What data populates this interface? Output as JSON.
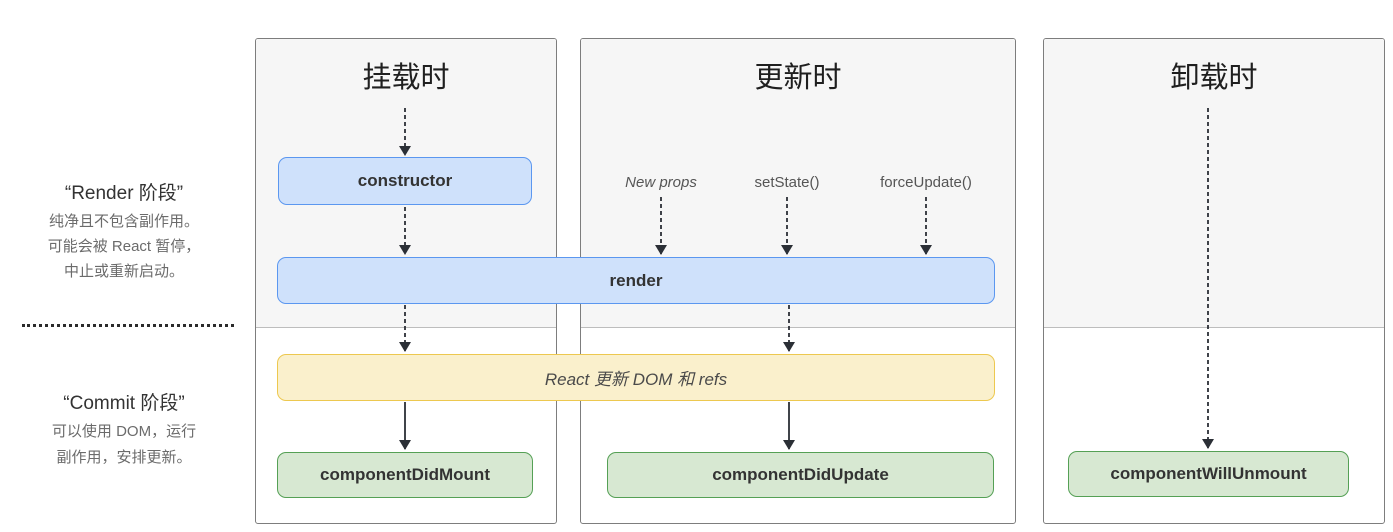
{
  "sidebar": {
    "render_phase_title": "“Render 阶段”",
    "render_phase_line1": "纯净且不包含副作用。",
    "render_phase_line2": "可能会被 React 暂停，",
    "render_phase_line3": "中止或重新启动。",
    "commit_phase_title": "“Commit 阶段”",
    "commit_phase_line1": "可以使用 DOM，运行",
    "commit_phase_line2": "副作用，安排更新。"
  },
  "columns": {
    "mounting_title": "挂载时",
    "updating_title": "更新时",
    "unmounting_title": "卸载时"
  },
  "triggers": {
    "new_props": "New props",
    "set_state": "setState()",
    "force_update": "forceUpdate()"
  },
  "methods": {
    "constructor": "constructor",
    "render": "render",
    "react_updates_dom": "React 更新 DOM 和 refs",
    "component_did_mount": "componentDidMount",
    "component_did_update": "componentDidUpdate",
    "component_will_unmount": "componentWillUnmount"
  },
  "colors": {
    "render_method_fill": "#cfe1fb",
    "render_method_border": "#5b97f0",
    "react_dom_update_fill": "#faf0cc",
    "react_dom_update_border": "#edc84f",
    "commit_method_fill": "#d7e8d2",
    "commit_method_border": "#55a055",
    "render_phase_bg": "#f6f6f6",
    "commit_phase_bg": "#ffffff",
    "panel_border": "#7d7d7d",
    "arrow": "#2b2f36"
  }
}
